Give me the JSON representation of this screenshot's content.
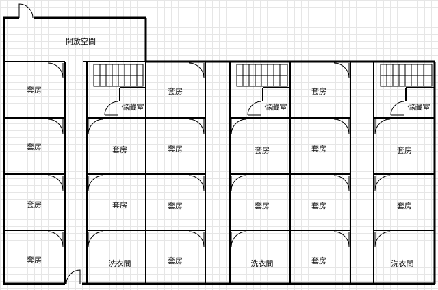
{
  "labels": {
    "open_space": "開放空間",
    "suite": "套房",
    "storage": "儲藏室",
    "laundry": "洗衣間"
  }
}
